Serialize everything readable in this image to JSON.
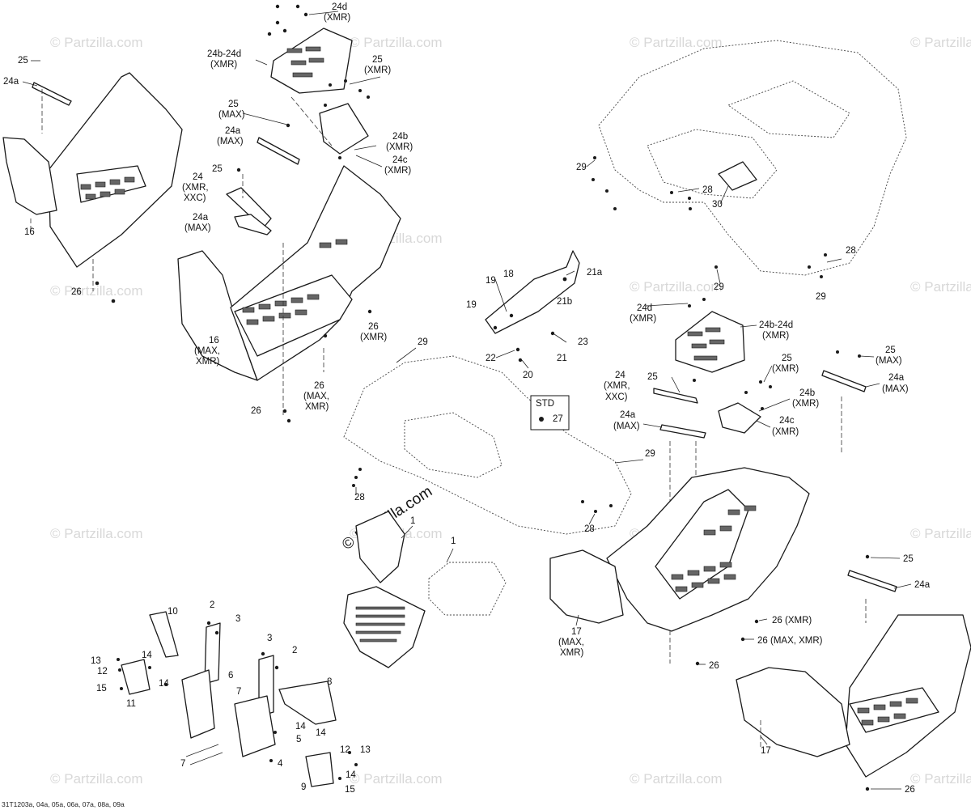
{
  "watermark": {
    "text": "© Partzilla.com",
    "main_text": "© Partzilla.com"
  },
  "footer_code": "31T1203a, 04a, 05a, 06a, 07a, 08a, 09a",
  "std_box": {
    "label": "STD",
    "callout": "27"
  },
  "callouts": {
    "c25_a": "25",
    "c24a_a": "24a",
    "c16_a": "16",
    "c26_a": "26",
    "c24d_top": "24d",
    "c24d_top_sub": "(XMR)",
    "c24b24d_top": "24b-24d",
    "c24b24d_top_sub": "(XMR)",
    "c25_xmr_top": "25",
    "c25_xmr_top_sub": "(XMR)",
    "c25_max_mid": "25",
    "c25_max_mid_sub": "(MAX)",
    "c24a_max_mid": "24a",
    "c24a_max_mid_sub": "(MAX)",
    "c24b_xmr_top": "24b",
    "c24b_xmr_top_sub": "(XMR)",
    "c24c_xmr_top": "24c",
    "c24c_xmr_top_sub": "(XMR)",
    "c24_mid": "24",
    "c24_mid_sub1": "(XMR,",
    "c24_mid_sub2": "XXC)",
    "c25_mid2": "25",
    "c24a_max_mid2": "24a",
    "c24a_max_mid2_sub": "(MAX)",
    "c26_xmr_mid": "26",
    "c26_xmr_mid_sub": "(XMR)",
    "c16_maxxmr": "16",
    "c16_maxxmr_sub1": "(MAX,",
    "c16_maxxmr_sub2": "XMR)",
    "c26_maxxmr_mid": "26",
    "c26_maxxmr_mid_sub1": "(MAX,",
    "c26_maxxmr_mid_sub2": "XMR)",
    "c26_mid_bottom": "26",
    "c29_r1": "29",
    "c28_r1": "28",
    "c30": "30",
    "c28_r2": "28",
    "c29_r2": "29",
    "c29_r3": "29",
    "c18": "18",
    "c21a": "21a",
    "c19_a": "19",
    "c21b": "21b",
    "c19_b": "19",
    "c23": "23",
    "c21": "21",
    "c22": "22",
    "c20": "20",
    "c24d_r": "24d",
    "c24d_r_sub": "(XMR)",
    "c24b24d_r": "24b-24d",
    "c24b24d_r_sub": "(XMR)",
    "c25_max_r": "25",
    "c25_max_r_sub": "(MAX)",
    "c24a_max_r": "24a",
    "c24a_max_r_sub": "(MAX)",
    "c25_xmr_r": "25",
    "c25_xmr_r_sub": "(XMR)",
    "c24_r": "24",
    "c24_r_sub1": "(XMR,",
    "c24_r_sub2": "XXC)",
    "c25_r2": "25",
    "c24b_xmr_r": "24b",
    "c24b_xmr_r_sub": "(XMR)",
    "c24c_xmr_r": "24c",
    "c24c_xmr_r_sub": "(XMR)",
    "c24a_max_r2": "24a",
    "c24a_max_r2_sub": "(MAX)",
    "c29_mid": "29",
    "c28_mid": "28",
    "c29_mid2": "29",
    "c28_mid2": "28",
    "c1_a": "1",
    "c1_b": "1",
    "c17_a": "17",
    "c17_a_sub1": "(MAX,",
    "c17_a_sub2": "XMR)",
    "c26_xmr_r": "26 (XMR)",
    "c26_maxxmr_r": "26 (MAX, XMR)",
    "c26_r_b": "26",
    "c25_br": "25",
    "c24a_br": "24a",
    "c17_br": "17",
    "c26_br": "26",
    "c10": "10",
    "c2_a": "2",
    "c3_a": "3",
    "c3_b": "3",
    "c2_b": "2",
    "c13_a": "13",
    "c14_a": "14",
    "c12_a": "12",
    "c14_b": "14",
    "c15_a": "15",
    "c11": "11",
    "c6": "6",
    "c7_a": "7",
    "c8": "8",
    "c14_c": "14",
    "c5": "5",
    "c14_d": "14",
    "c12_b": "12",
    "c13_b": "13",
    "c7_b": "7",
    "c4": "4",
    "c14_e": "14",
    "c9": "9",
    "c15_b": "15"
  }
}
